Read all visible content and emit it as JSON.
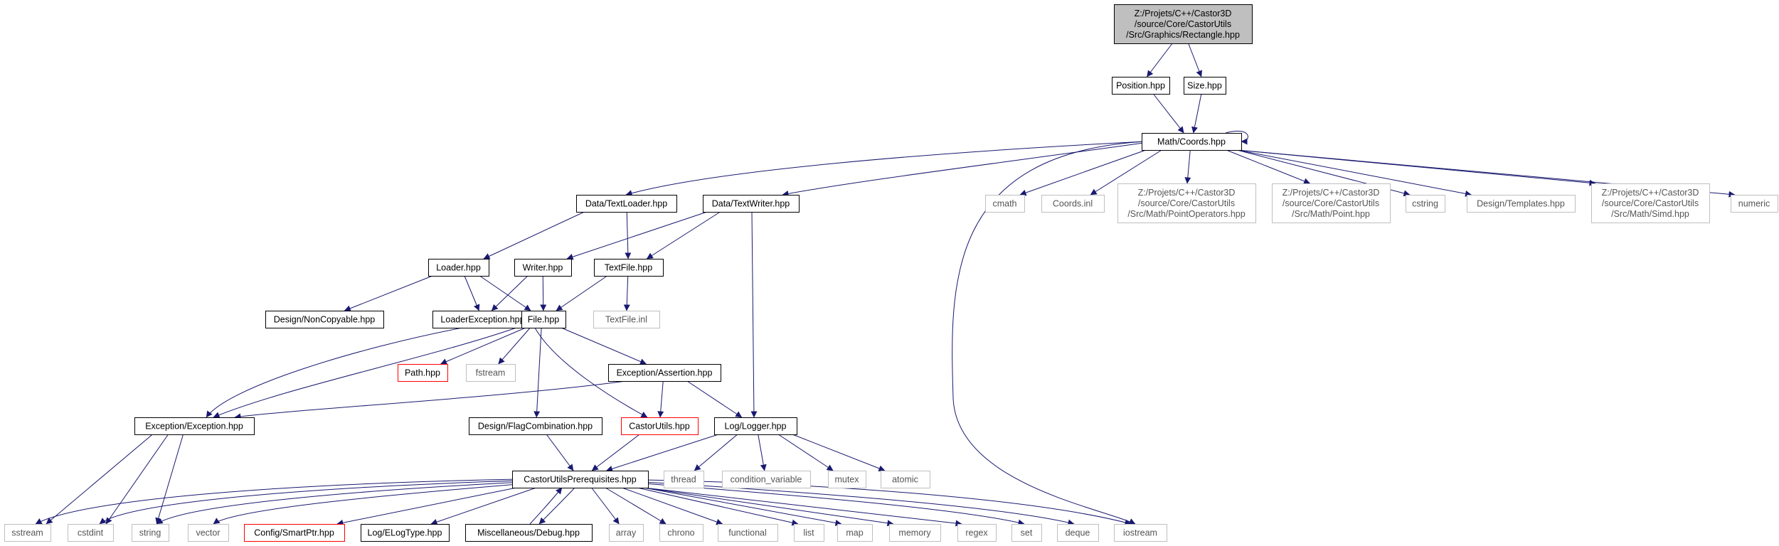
{
  "graph": {
    "nodes": [
      {
        "id": "root",
        "lines": [
          "Z:/Projets/C++/Castor3D",
          "/source/Core/CastorUtils",
          "/Src/Graphics/Rectangle.hpp"
        ],
        "style": "root"
      },
      {
        "id": "position",
        "lines": [
          "Position.hpp"
        ],
        "style": "normal"
      },
      {
        "id": "size",
        "lines": [
          "Size.hpp"
        ],
        "style": "normal"
      },
      {
        "id": "coords",
        "lines": [
          "Math/Coords.hpp"
        ],
        "style": "normal"
      },
      {
        "id": "textloader",
        "lines": [
          "Data/TextLoader.hpp"
        ],
        "style": "normal"
      },
      {
        "id": "textwriter",
        "lines": [
          "Data/TextWriter.hpp"
        ],
        "style": "normal"
      },
      {
        "id": "cmath",
        "lines": [
          "cmath"
        ],
        "style": "external"
      },
      {
        "id": "coordsinl",
        "lines": [
          "Coords.inl"
        ],
        "style": "external"
      },
      {
        "id": "pointops",
        "lines": [
          "Z:/Projets/C++/Castor3D",
          "/source/Core/CastorUtils",
          "/Src/Math/PointOperators.hpp"
        ],
        "style": "external"
      },
      {
        "id": "point",
        "lines": [
          "Z:/Projets/C++/Castor3D",
          "/source/Core/CastorUtils",
          "/Src/Math/Point.hpp"
        ],
        "style": "external"
      },
      {
        "id": "cstring",
        "lines": [
          "cstring"
        ],
        "style": "external"
      },
      {
        "id": "templates",
        "lines": [
          "Design/Templates.hpp"
        ],
        "style": "external"
      },
      {
        "id": "simd",
        "lines": [
          "Z:/Projets/C++/Castor3D",
          "/source/Core/CastorUtils",
          "/Src/Math/Simd.hpp"
        ],
        "style": "external"
      },
      {
        "id": "numeric",
        "lines": [
          "numeric"
        ],
        "style": "external"
      },
      {
        "id": "loader",
        "lines": [
          "Loader.hpp"
        ],
        "style": "normal"
      },
      {
        "id": "writer",
        "lines": [
          "Writer.hpp"
        ],
        "style": "normal"
      },
      {
        "id": "textfile",
        "lines": [
          "TextFile.hpp"
        ],
        "style": "normal"
      },
      {
        "id": "noncopyable",
        "lines": [
          "Design/NonCopyable.hpp"
        ],
        "style": "normal"
      },
      {
        "id": "loaderexc",
        "lines": [
          "LoaderException.hpp"
        ],
        "style": "normal"
      },
      {
        "id": "file",
        "lines": [
          "File.hpp"
        ],
        "style": "normal"
      },
      {
        "id": "textfileinl",
        "lines": [
          "TextFile.inl"
        ],
        "style": "external"
      },
      {
        "id": "path",
        "lines": [
          "Path.hpp"
        ],
        "style": "truncated"
      },
      {
        "id": "fstream",
        "lines": [
          "fstream"
        ],
        "style": "external"
      },
      {
        "id": "assertion",
        "lines": [
          "Exception/Assertion.hpp"
        ],
        "style": "normal"
      },
      {
        "id": "exception",
        "lines": [
          "Exception/Exception.hpp"
        ],
        "style": "normal"
      },
      {
        "id": "flagcomb",
        "lines": [
          "Design/FlagCombination.hpp"
        ],
        "style": "normal"
      },
      {
        "id": "castorutils",
        "lines": [
          "CastorUtils.hpp"
        ],
        "style": "truncated"
      },
      {
        "id": "logger",
        "lines": [
          "Log/Logger.hpp"
        ],
        "style": "normal"
      },
      {
        "id": "prereq",
        "lines": [
          "CastorUtilsPrerequisites.hpp"
        ],
        "style": "normal"
      },
      {
        "id": "thread",
        "lines": [
          "thread"
        ],
        "style": "external"
      },
      {
        "id": "condvar",
        "lines": [
          "condition_variable"
        ],
        "style": "external"
      },
      {
        "id": "mutex",
        "lines": [
          "mutex"
        ],
        "style": "external"
      },
      {
        "id": "atomic",
        "lines": [
          "atomic"
        ],
        "style": "external"
      },
      {
        "id": "sstream",
        "lines": [
          "sstream"
        ],
        "style": "external"
      },
      {
        "id": "cstdint",
        "lines": [
          "cstdint"
        ],
        "style": "external"
      },
      {
        "id": "string",
        "lines": [
          "string"
        ],
        "style": "external"
      },
      {
        "id": "vector",
        "lines": [
          "vector"
        ],
        "style": "external"
      },
      {
        "id": "smartptr",
        "lines": [
          "Config/SmartPtr.hpp"
        ],
        "style": "truncated"
      },
      {
        "id": "elogtype",
        "lines": [
          "Log/ELogType.hpp"
        ],
        "style": "normal"
      },
      {
        "id": "debug",
        "lines": [
          "Miscellaneous/Debug.hpp"
        ],
        "style": "normal"
      },
      {
        "id": "array",
        "lines": [
          "array"
        ],
        "style": "external"
      },
      {
        "id": "chrono",
        "lines": [
          "chrono"
        ],
        "style": "external"
      },
      {
        "id": "functional",
        "lines": [
          "functional"
        ],
        "style": "external"
      },
      {
        "id": "list",
        "lines": [
          "list"
        ],
        "style": "external"
      },
      {
        "id": "map",
        "lines": [
          "map"
        ],
        "style": "external"
      },
      {
        "id": "memory",
        "lines": [
          "memory"
        ],
        "style": "external"
      },
      {
        "id": "regex",
        "lines": [
          "regex"
        ],
        "style": "external"
      },
      {
        "id": "set",
        "lines": [
          "set"
        ],
        "style": "external"
      },
      {
        "id": "deque",
        "lines": [
          "deque"
        ],
        "style": "external"
      },
      {
        "id": "iostream",
        "lines": [
          "iostream"
        ],
        "style": "external"
      }
    ],
    "edges": [
      {
        "from": "root",
        "to": "position"
      },
      {
        "from": "root",
        "to": "size"
      },
      {
        "from": "position",
        "to": "coords"
      },
      {
        "from": "size",
        "to": "coords"
      },
      {
        "from": "coords",
        "to": "coords"
      },
      {
        "from": "coords",
        "to": "textloader"
      },
      {
        "from": "coords",
        "to": "textwriter"
      },
      {
        "from": "coords",
        "to": "cmath"
      },
      {
        "from": "coords",
        "to": "coordsinl"
      },
      {
        "from": "coords",
        "to": "pointops"
      },
      {
        "from": "coords",
        "to": "point"
      },
      {
        "from": "coords",
        "to": "cstring"
      },
      {
        "from": "coords",
        "to": "templates"
      },
      {
        "from": "coords",
        "to": "simd"
      },
      {
        "from": "coords",
        "to": "numeric"
      },
      {
        "from": "coords",
        "to": "iostream"
      },
      {
        "from": "textloader",
        "to": "loader"
      },
      {
        "from": "textloader",
        "to": "textfile"
      },
      {
        "from": "textwriter",
        "to": "writer"
      },
      {
        "from": "textwriter",
        "to": "textfile"
      },
      {
        "from": "textwriter",
        "to": "logger"
      },
      {
        "from": "loader",
        "to": "noncopyable"
      },
      {
        "from": "loader",
        "to": "loaderexc"
      },
      {
        "from": "loader",
        "to": "file"
      },
      {
        "from": "writer",
        "to": "loaderexc"
      },
      {
        "from": "writer",
        "to": "file"
      },
      {
        "from": "textfile",
        "to": "file"
      },
      {
        "from": "textfile",
        "to": "textfileinl"
      },
      {
        "from": "loaderexc",
        "to": "exception"
      },
      {
        "from": "file",
        "to": "exception"
      },
      {
        "from": "file",
        "to": "path"
      },
      {
        "from": "file",
        "to": "fstream"
      },
      {
        "from": "file",
        "to": "assertion"
      },
      {
        "from": "file",
        "to": "castorutils"
      },
      {
        "from": "file",
        "to": "flagcomb"
      },
      {
        "from": "assertion",
        "to": "exception"
      },
      {
        "from": "assertion",
        "to": "castorutils"
      },
      {
        "from": "assertion",
        "to": "logger"
      },
      {
        "from": "exception",
        "to": "sstream"
      },
      {
        "from": "exception",
        "to": "cstdint"
      },
      {
        "from": "exception",
        "to": "string"
      },
      {
        "from": "flagcomb",
        "to": "prereq"
      },
      {
        "from": "castorutils",
        "to": "prereq"
      },
      {
        "from": "logger",
        "to": "prereq"
      },
      {
        "from": "logger",
        "to": "thread"
      },
      {
        "from": "logger",
        "to": "condvar"
      },
      {
        "from": "logger",
        "to": "mutex"
      },
      {
        "from": "logger",
        "to": "atomic"
      },
      {
        "from": "prereq",
        "to": "sstream"
      },
      {
        "from": "prereq",
        "to": "cstdint"
      },
      {
        "from": "prereq",
        "to": "string"
      },
      {
        "from": "prereq",
        "to": "vector"
      },
      {
        "from": "prereq",
        "to": "smartptr"
      },
      {
        "from": "prereq",
        "to": "elogtype"
      },
      {
        "from": "prereq",
        "to": "debug"
      },
      {
        "from": "debug",
        "to": "prereq"
      },
      {
        "from": "prereq",
        "to": "array"
      },
      {
        "from": "prereq",
        "to": "chrono"
      },
      {
        "from": "prereq",
        "to": "functional"
      },
      {
        "from": "prereq",
        "to": "list"
      },
      {
        "from": "prereq",
        "to": "map"
      },
      {
        "from": "prereq",
        "to": "memory"
      },
      {
        "from": "prereq",
        "to": "regex"
      },
      {
        "from": "prereq",
        "to": "set"
      },
      {
        "from": "prereq",
        "to": "deque"
      },
      {
        "from": "prereq",
        "to": "iostream"
      }
    ]
  },
  "colors": {
    "edge": "#191970",
    "node_border": "#000000",
    "external_border": "#bfbfbf",
    "truncated_border": "#ff0000",
    "root_fill": "#bfbfbf"
  }
}
